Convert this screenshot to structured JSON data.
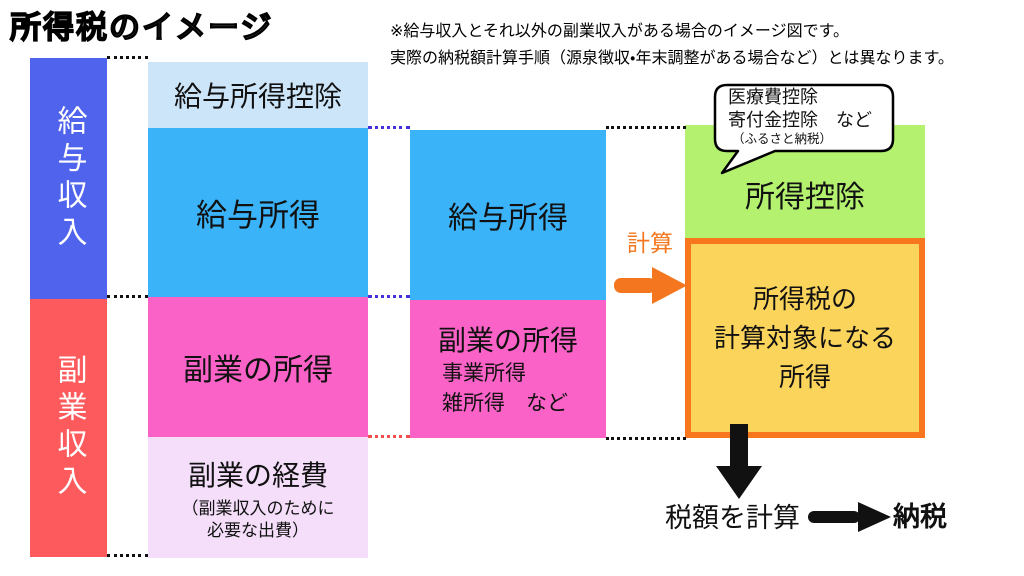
{
  "title": "所得税のイメージ",
  "disclaimer": {
    "line1": "※給与収入とそれ以外の副業収入がある場合のイメージ図です。",
    "line2": "実際の納税額計算手順（源泉徴収・年末調整がある場合など）とは異なります。"
  },
  "income_column": {
    "salary_label": "給与収入",
    "side_label": "副業収入"
  },
  "breakdown_column": {
    "salary_deduction": "給与所得控除",
    "salary_income": "給与所得",
    "side_income": "副業の所得",
    "side_expense": "副業の経費",
    "side_expense_note1": "（副業収入のために",
    "side_expense_note2": "必要な出費）"
  },
  "combined_column": {
    "salary_income": "給与所得",
    "side_income": "副業の所得",
    "side_income_sub1": "事業所得",
    "side_income_sub2": "雑所得　など"
  },
  "calc_arrow": {
    "label": "計算"
  },
  "result_column": {
    "deduction": "所得控除",
    "taxable_line1": "所得税の",
    "taxable_line2": "計算対象になる",
    "taxable_line3": "所得"
  },
  "bubble": {
    "line1": "医療費控除",
    "line2": "寄付金控除　など",
    "line3": "（ふるさと納税）"
  },
  "bottom_flow": {
    "calc_label": "税額を計算",
    "pay_label": "納税"
  },
  "colors": {
    "salary_income_column": "#4f63ed",
    "side_income_column": "#fc5a5c",
    "salary_deduction_box": "#cde5f8",
    "salary_income_box": "#3ab3f9",
    "side_income_box": "#fb62c7",
    "side_expense_box": "#f4def9",
    "income_deduction_box": "#b3f16f",
    "taxable_income_box": "#fbd45c",
    "taxable_income_border": "#f8771e",
    "calc_accent": "#f4771f",
    "connector_indigo": "#4431d8",
    "connector_red": "#f04f4c"
  }
}
